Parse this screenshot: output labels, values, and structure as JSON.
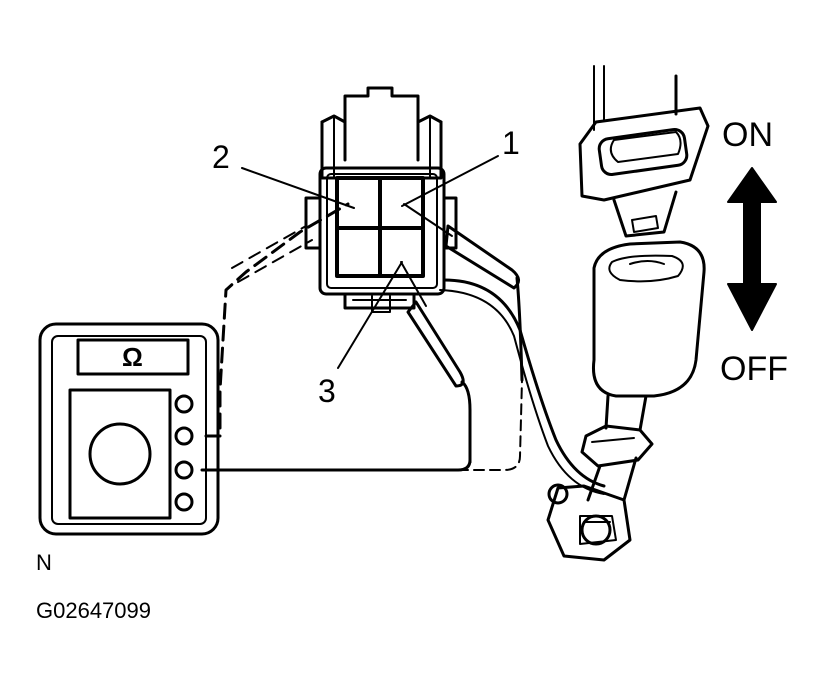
{
  "labels": {
    "pin1": "1",
    "pin2": "2",
    "pin3": "3",
    "on": "ON",
    "off": "OFF",
    "meter_symbol": "Ω",
    "note": "N",
    "figure_code": "G02647099"
  }
}
